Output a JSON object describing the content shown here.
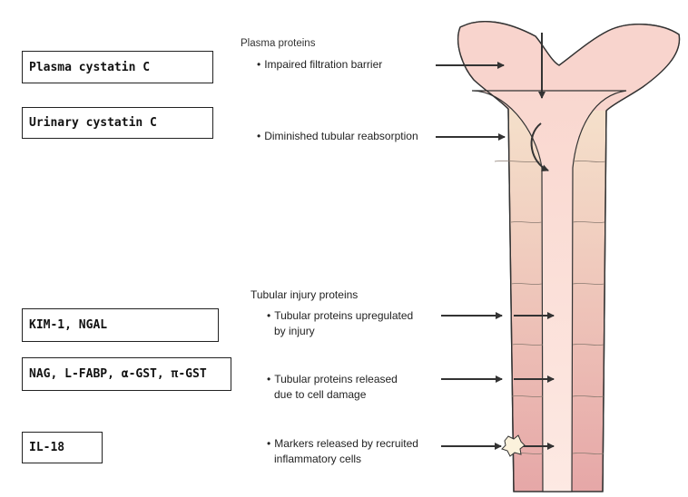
{
  "boxes": {
    "plasma_cystatin": "Plasma cystatin C",
    "urinary_cystatin": "Urinary cystatin C",
    "kim_ngal": "KIM-1, NGAL",
    "nag_group": "NAG, L-FABP, α-GST, π-GST",
    "il18": "IL-18"
  },
  "plasma_section": {
    "heading": "Plasma proteins",
    "item1": "Impaired filtration barrier",
    "item2": "Diminished tubular reabsorption"
  },
  "tubular_section": {
    "heading": "Tubular injury proteins",
    "item1_line1": "Tubular proteins upregulated",
    "item1_line2": "by injury",
    "item2_line1": "Tubular proteins released",
    "item2_line2": "due to cell damage",
    "item3_line1": "Markers released by recruited",
    "item3_line2": "inflammatory cells"
  },
  "colors": {
    "tubule_top": "#f8d6cf",
    "tubule_wall_light": "#f6e9cf",
    "tubule_wall_dark": "#e6a9a9",
    "lumen": "#fde3dc",
    "arrow": "#333333"
  }
}
